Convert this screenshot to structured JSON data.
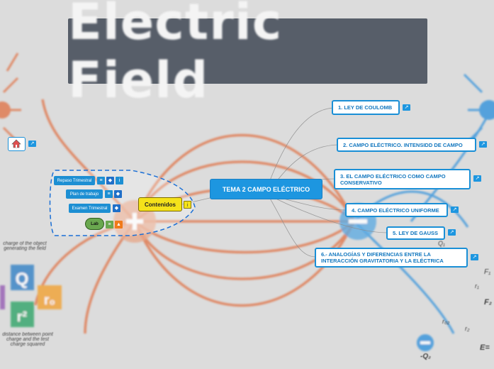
{
  "title": "Electric Field",
  "center": "TEMA 2 CAMPO ELÉCTRICO",
  "branches": [
    "1. LEY DE COULOMB",
    "2. CAMPO ELÉCTRICO. INTENSIDD DE CAMPO",
    "3. EL CAMPO ELÉCTRICO COMO CAMPO CONSERVATIVO",
    "4. CAMPO ELÉCTRICO UNIFORME",
    "5. LEY DE GAUSS",
    "6.- ANALOGÍAS Y DIFERENCIAS ENTRE LA INTERACCIÓN GRAVITATORIA Y LA ELÉCTRICA"
  ],
  "contenidos": {
    "label": "Contenidos",
    "items": [
      "Repaso Trimestral",
      "Plan de trabajo",
      "Examen Trimestral"
    ],
    "lab": "Lab"
  },
  "background_text": {
    "left_note": "charge of the object generating the field",
    "q": "Q",
    "r2": "r²",
    "r0": "r₀",
    "distance_note": "distance between point charge and the test charge squared",
    "q1": "Q₁",
    "q2": "-Q₂",
    "f1": "F₁",
    "f2": "F₂",
    "r1": "r₁",
    "r2b": "r₂",
    "r02": "r₀₂",
    "e": "E="
  },
  "colors": {
    "accent": "#1d96e0",
    "contenidos": "#f5e21a",
    "lab": "#6aa84f",
    "field_line": "#e06a3a",
    "field_blue": "#2d8fd8"
  }
}
